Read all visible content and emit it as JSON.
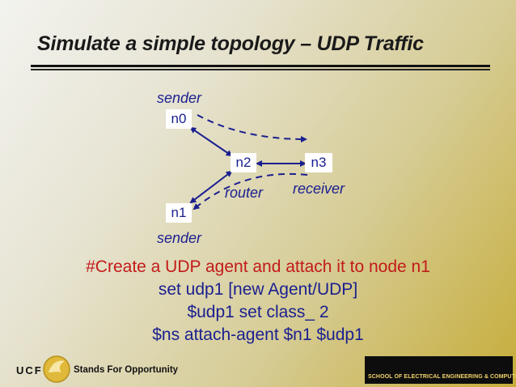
{
  "slide": {
    "title": "Simulate a simple topology – UDP Traffic",
    "nodes": [
      {
        "id": "n0",
        "label": "n0"
      },
      {
        "id": "n1",
        "label": "n1"
      },
      {
        "id": "n2",
        "label": "n2"
      },
      {
        "id": "n3",
        "label": "n3"
      }
    ],
    "roles": {
      "n0": "sender",
      "n1": "sender",
      "n2": "router",
      "n3": "receiver"
    },
    "code_lines": [
      "#Create a UDP agent and attach it to node n1",
      "set udp1 [new Agent/UDP]",
      "$udp1 set class_ 2",
      "$ns attach-agent $n1 $udp1"
    ],
    "colors": {
      "node_text": "#1a1f8f",
      "comment": "#c21a1a",
      "code": "#1a1f8f"
    }
  },
  "footer": {
    "logo_text": "UCF",
    "slogan": "Stands For Opportunity",
    "school": "SCHOOL OF ELECTRICAL ENGINEERING & COMPUTER SCIENCE"
  }
}
